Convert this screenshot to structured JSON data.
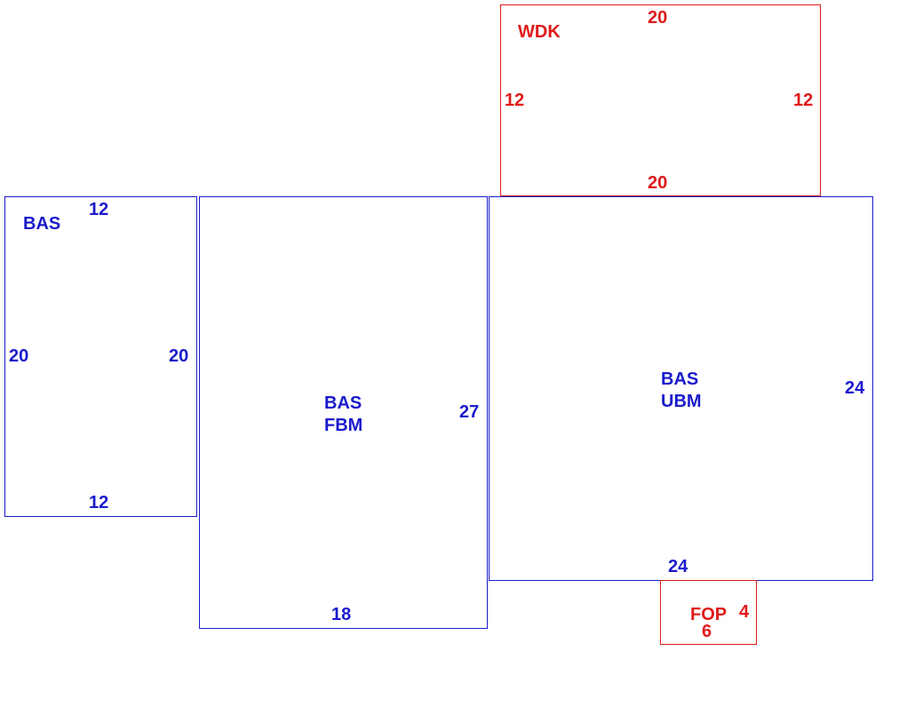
{
  "sketch": {
    "colors": {
      "living_area": "#1a1acc",
      "exterior": "#e01a1a"
    },
    "areas": {
      "left": {
        "code": "BAS",
        "dims": {
          "top": "12",
          "left": "20",
          "right": "20",
          "bottom": "12"
        }
      },
      "middle": {
        "code_line1": "BAS",
        "code_line2": "FBM",
        "dims": {
          "right": "27",
          "bottom": "18"
        }
      },
      "right": {
        "code_line1": "BAS",
        "code_line2": "UBM",
        "dims": {
          "right": "24",
          "bottom": "24"
        }
      },
      "deck": {
        "code": "WDK",
        "dims": {
          "top": "20",
          "left": "12",
          "right": "12",
          "bottom": "20"
        }
      },
      "porch": {
        "code": "FOP",
        "dims": {
          "right": "4",
          "bottom": "6"
        }
      }
    }
  }
}
